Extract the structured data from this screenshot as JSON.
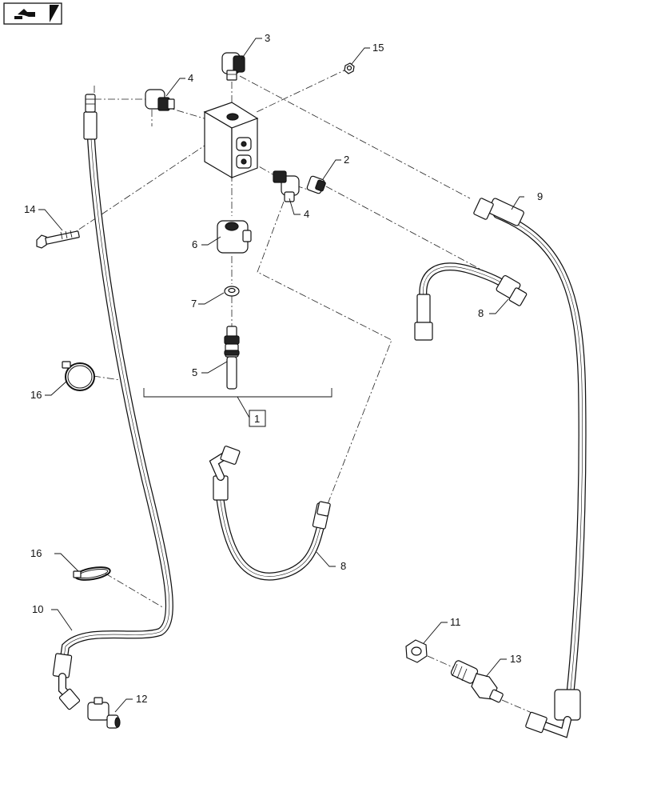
{
  "diagram": {
    "callouts": [
      {
        "id": "c3",
        "text": "3"
      },
      {
        "id": "c15",
        "text": "15"
      },
      {
        "id": "c4a",
        "text": "4"
      },
      {
        "id": "c2",
        "text": "2"
      },
      {
        "id": "c4b",
        "text": "4"
      },
      {
        "id": "c14",
        "text": "14"
      },
      {
        "id": "c6",
        "text": "6"
      },
      {
        "id": "c9",
        "text": "9"
      },
      {
        "id": "c7",
        "text": "7"
      },
      {
        "id": "c8a",
        "text": "8"
      },
      {
        "id": "c5",
        "text": "5"
      },
      {
        "id": "c16a",
        "text": "16"
      },
      {
        "id": "c16b",
        "text": "16"
      },
      {
        "id": "c8b",
        "text": "8"
      },
      {
        "id": "c10",
        "text": "10"
      },
      {
        "id": "c11",
        "text": "11"
      },
      {
        "id": "c13",
        "text": "13"
      },
      {
        "id": "c12",
        "text": "12"
      }
    ],
    "assembly_label": "1",
    "icons": {
      "corner": "next-page-arrow-icon"
    }
  }
}
